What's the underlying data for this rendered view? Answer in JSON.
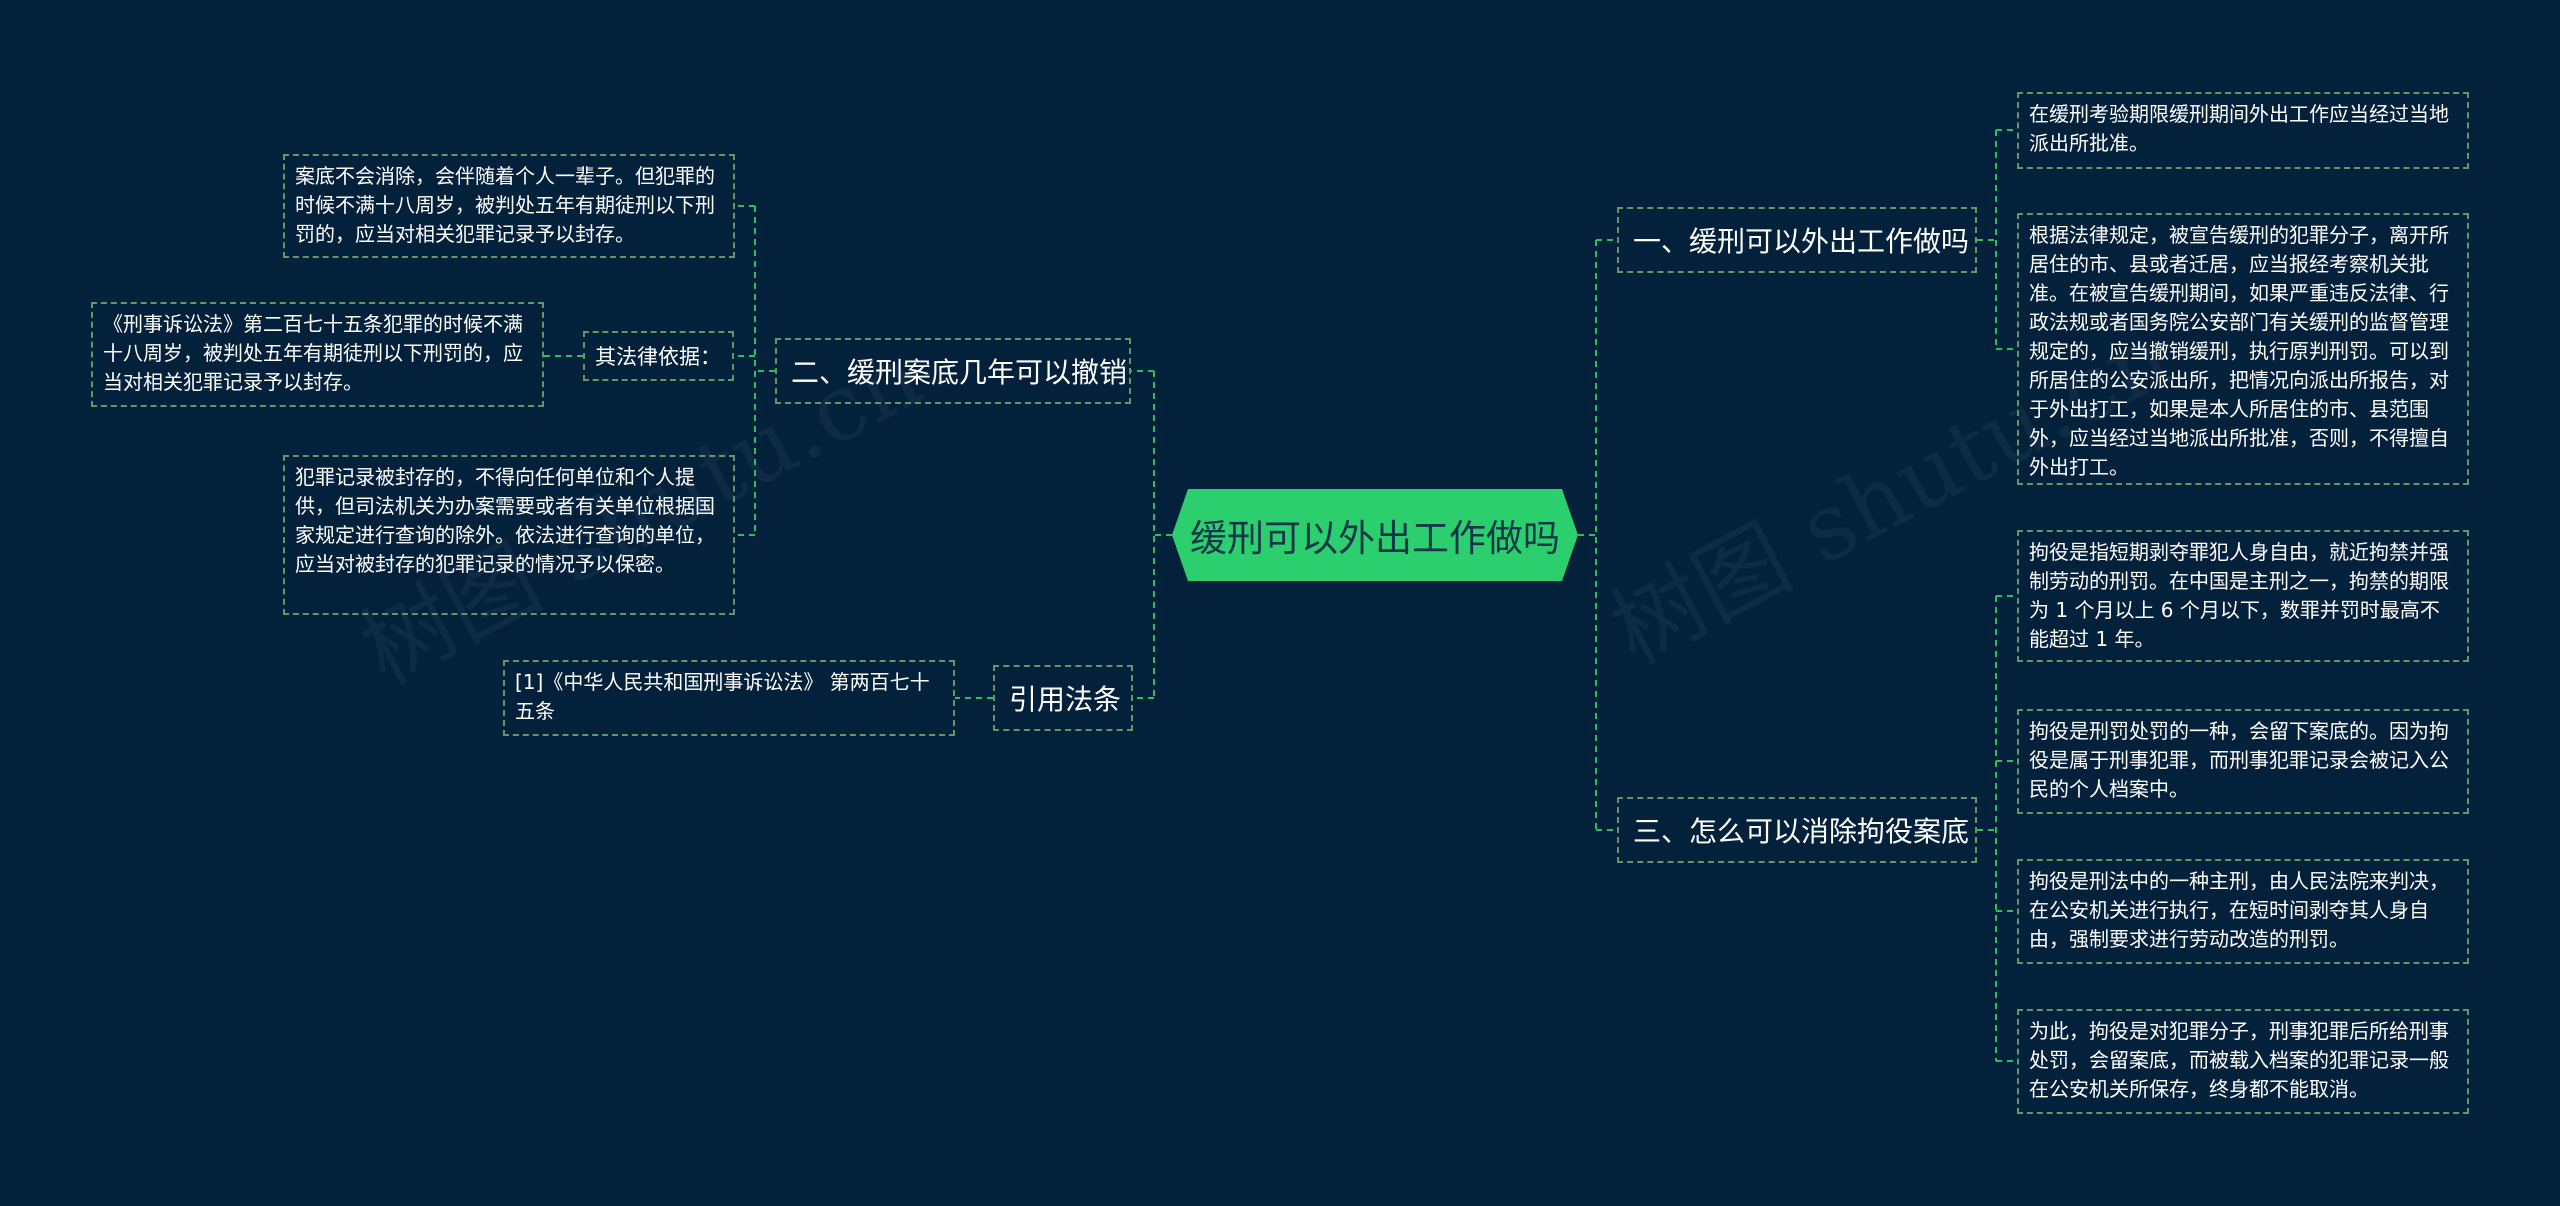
{
  "root": "缓刑可以外出工作做吗",
  "left": {
    "branch2": {
      "label": "二、缓刑案底几年可以撤销",
      "leaf_top": "案底不会消除，会伴随着个人一辈子。但犯罪的时候不满十八周岁，被判处五年有期徒刑以下刑罚的，应当对相关犯罪记录予以封存。",
      "legal_basis": {
        "label": "其法律依据：",
        "text": "《刑事诉讼法》第二百七十五条犯罪的时候不满十八周岁，被判处五年有期徒刑以下刑罚的，应当对相关犯罪记录予以封存。"
      },
      "leaf_bottom": "犯罪记录被封存的，不得向任何单位和个人提供，但司法机关为办案需要或者有关单位根据国家规定进行查询的除外。依法进行查询的单位，应当对被封存的犯罪记录的情况予以保密。"
    },
    "citation": {
      "label": "引用法条",
      "text": "[1]《中华人民共和国刑事诉讼法》 第两百七十五条"
    }
  },
  "right": {
    "branch1": {
      "label": "一、缓刑可以外出工作做吗",
      "leaf1": "在缓刑考验期限缓刑期间外出工作应当经过当地派出所批准。",
      "leaf2": "根据法律规定，被宣告缓刑的犯罪分子，离开所居住的市、县或者迁居，应当报经考察机关批准。在被宣告缓刑期间，如果严重违反法律、行政法规或者国务院公安部门有关缓刑的监督管理规定的，应当撤销缓刑，执行原判刑罚。可以到所居住的公安派出所，把情况向派出所报告，对于外出打工，如果是本人所居住的市、县范围外，应当经过当地派出所批准，否则，不得擅自外出打工。"
    },
    "branch3": {
      "label": "三、怎么可以消除拘役案底",
      "leaf1": "拘役是指短期剥夺罪犯人身自由，就近拘禁并强制劳动的刑罚。在中国是主刑之一，拘禁的期限为 1 个月以上 6 个月以下，数罪并罚时最高不能超过 1 年。",
      "leaf2": "拘役是刑罚处罚的一种，会留下案底的。因为拘役是属于刑事犯罪，而刑事犯罪记录会被记入公民的个人档案中。",
      "leaf3": "拘役是刑法中的一种主刑，由人民法院来判决，在公安机关进行执行，在短时间剥夺其人身自由，强制要求进行劳动改造的刑罚。",
      "leaf4": "为此，拘役是对犯罪分子，刑事犯罪后所给刑事处罚，会留案底，而被载入档案的犯罪记录一般在公安机关所保存，终身都不能取消。"
    }
  },
  "watermark": "树图 shutu.cn",
  "colors": {
    "background": "#04213c",
    "root": "#2ccf6e",
    "connector": "#2bbf5f",
    "border": "#5e9a68"
  }
}
